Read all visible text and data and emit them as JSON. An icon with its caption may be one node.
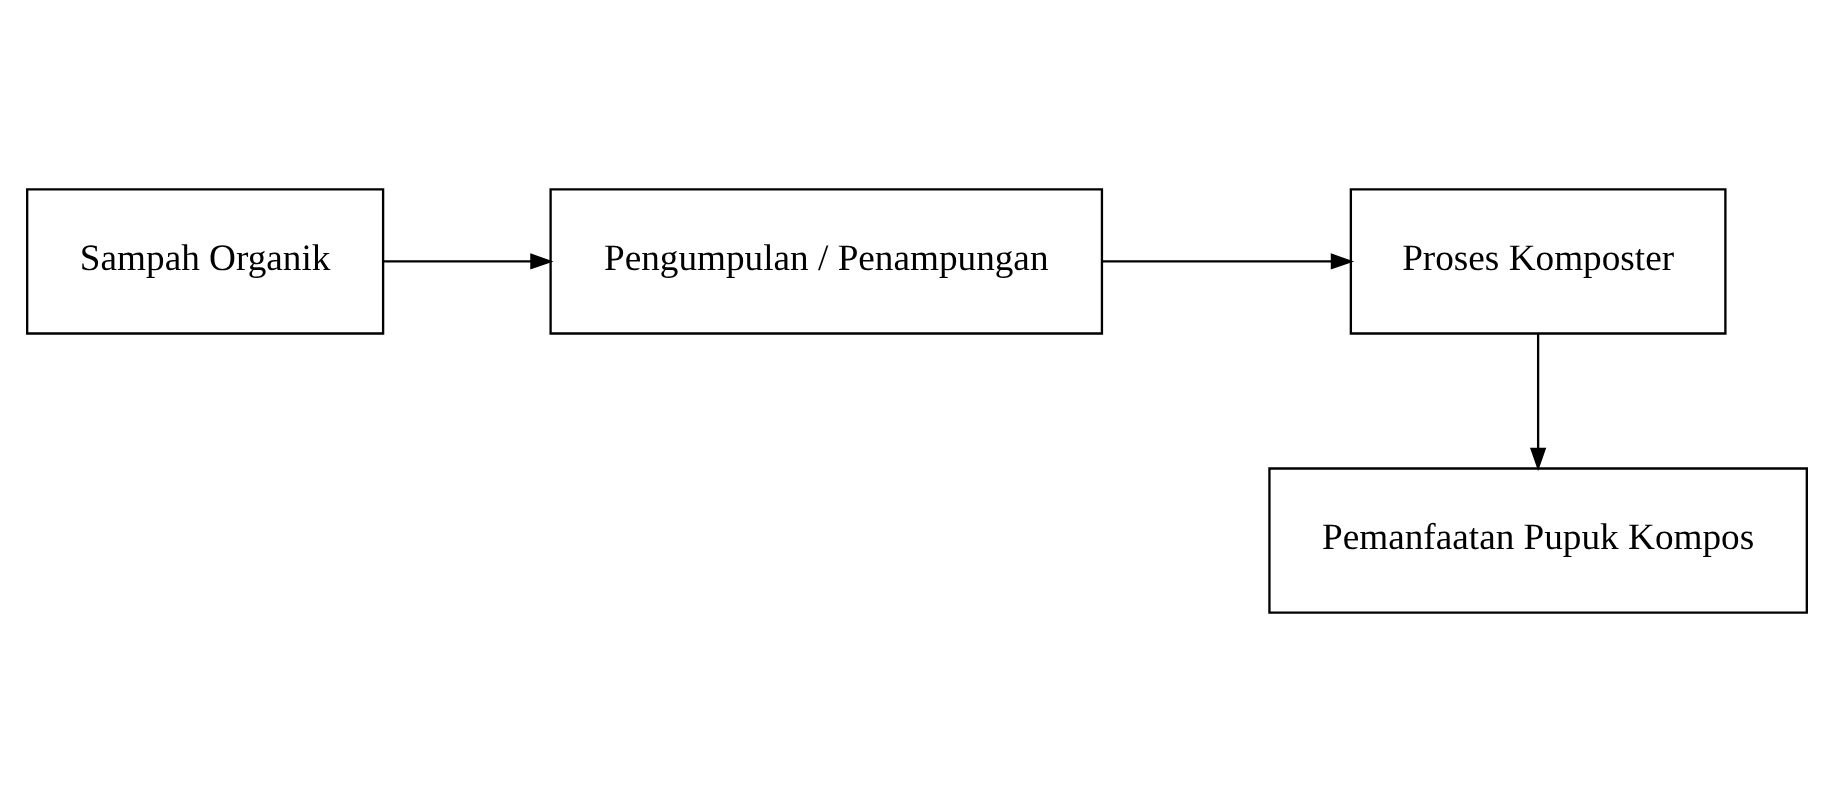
{
  "diagram": {
    "nodes": [
      {
        "text": [
          "Sampah Organik"
        ]
      },
      {
        "text": [
          "Pengumpulan / Penampungan"
        ]
      },
      {
        "text": [
          "Proses Komposter"
        ]
      },
      {
        "text": [
          "Pemanfaatan Pupuk Kompos"
        ]
      }
    ],
    "edges": [
      {
        "from": 0,
        "to": 1,
        "arrow": "to"
      },
      {
        "from": 1,
        "to": 2,
        "arrow": "to"
      },
      {
        "from": 2,
        "to": 3,
        "arrow": "to"
      }
    ]
  }
}
